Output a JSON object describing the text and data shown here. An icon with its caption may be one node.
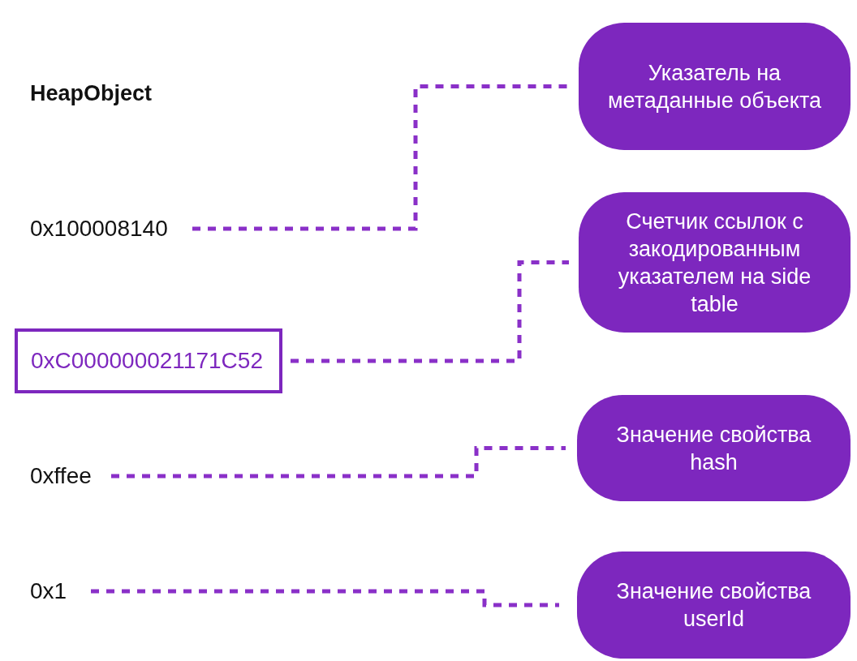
{
  "diagram": {
    "title": "HeapObject",
    "nodes": [
      {
        "text": [
          "0x100008140"
        ]
      },
      {
        "text": [
          "0xC000000021171C52"
        ]
      },
      {
        "text": [
          "0xffee"
        ]
      },
      {
        "text": [
          "0x1"
        ]
      },
      {
        "text": [
          "Указатель на метаданные объекта"
        ]
      },
      {
        "text": [
          "Счетчик ссылок с закодированным указателем на side table"
        ]
      },
      {
        "text": [
          "Значение свойства hash"
        ]
      },
      {
        "text": [
          "Значение свойства userId"
        ]
      }
    ],
    "edges": [
      {
        "from": 0,
        "to": 4,
        "arrow": "none",
        "style": "dashed"
      },
      {
        "from": 1,
        "to": 5,
        "arrow": "none",
        "style": "dashed"
      },
      {
        "from": 2,
        "to": 6,
        "arrow": "none",
        "style": "dashed"
      },
      {
        "from": 3,
        "to": 7,
        "arrow": "none",
        "style": "dashed"
      }
    ]
  }
}
